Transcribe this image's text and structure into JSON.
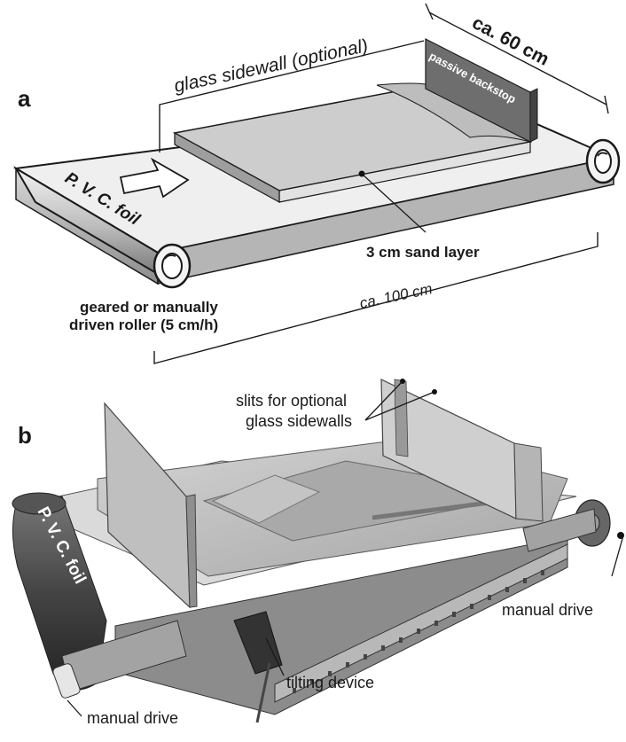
{
  "panel_a": {
    "label": "a",
    "glass_sidewall": "glass sidewall (optional)",
    "width_dim": "ca. 60 cm",
    "backstop": "passive backstop",
    "foil": "P. V. C. foil",
    "sand_layer": "3 cm sand layer",
    "length_dim": "ca. 100 cm",
    "roller_line1": "geared or manually",
    "roller_line2": "driven roller (5 cm/h)"
  },
  "panel_b": {
    "label": "b",
    "slits_line1": "slits for optional",
    "slits_line2": "glass sidewalls",
    "foil": "P. V. C. foil",
    "manual_drive_right": "manual drive",
    "tilting_device": "tilting device",
    "manual_drive_left": "manual drive"
  },
  "colors": {
    "ink": "#1a1a1a",
    "sand": "#c9c9c9",
    "backstop": "#6e6e6e",
    "wood": "#bdbdbd",
    "metal": "#9a9a9a"
  }
}
